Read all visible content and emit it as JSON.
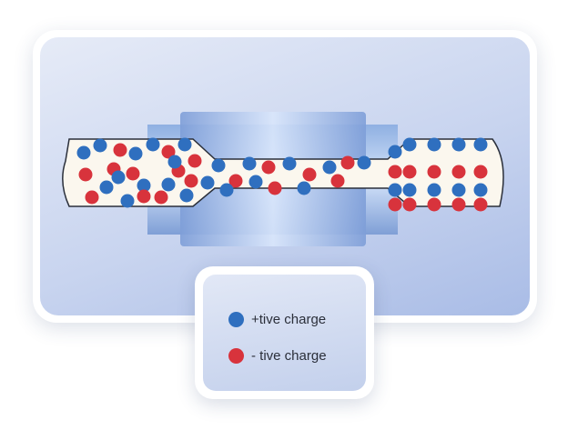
{
  "colors": {
    "positive": "#2f6fbf",
    "negative": "#d8333c",
    "channel_fill": "#fbf7ee",
    "channel_outline": "#2a2f3a"
  },
  "legend": {
    "positive_label": "+tive charge",
    "negative_label": "- tive charge"
  },
  "charges": {
    "left_region": {
      "positive": 13,
      "negative": 11
    },
    "channel": {
      "positive": 8,
      "negative": 6
    },
    "right_region": {
      "positive": 10,
      "negative": 10
    }
  }
}
